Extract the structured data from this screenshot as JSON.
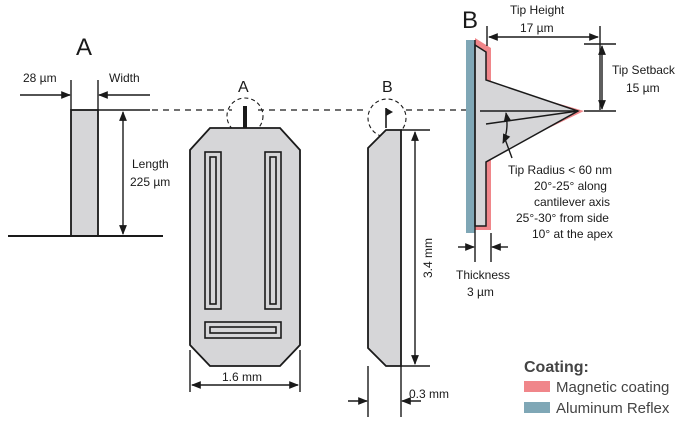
{
  "detail_a": {
    "letter": "A",
    "width_value": "28 µm",
    "width_label": "Width",
    "length_label": "Length",
    "length_value": "225 µm"
  },
  "top_view": {
    "marker": "A",
    "width_label": "1.6 mm"
  },
  "side_view": {
    "marker": "B",
    "height_label": "3.4 mm",
    "thickness_label": "0.3 mm"
  },
  "detail_b": {
    "letter": "B",
    "tip_height_label": "Tip Height",
    "tip_height_value": "17 µm",
    "tip_setback_label": "Tip Setback",
    "tip_setback_value": "15 µm",
    "tip_specs": [
      "Tip Radius < 60 nm",
      "20°-25° along",
      "cantilever axis",
      "25°-30° from side",
      "10° at the apex"
    ],
    "thickness_label": "Thickness",
    "thickness_value": "3 µm"
  },
  "legend": {
    "title": "Coating:",
    "items": [
      {
        "label": "Magnetic coating",
        "color": "#f0868a"
      },
      {
        "label": "Aluminum Reflex",
        "color": "#7fa7b6"
      }
    ]
  },
  "colors": {
    "body_gray": "#d6d6d8",
    "magnetic": "#f0868a",
    "aluminum": "#7fa7b6"
  }
}
